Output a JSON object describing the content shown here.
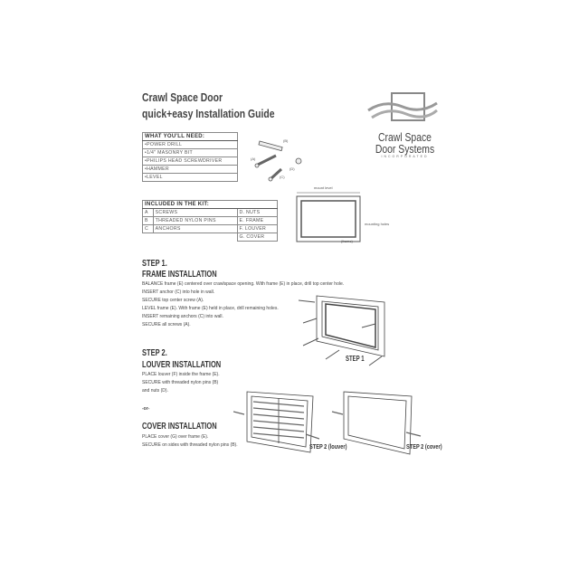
{
  "title": {
    "line1": "Crawl Space Door",
    "line2": "quick+easy Installation Guide"
  },
  "logo": {
    "line1": "Crawl Space",
    "line2": "Door Systems",
    "line3": "INCORPORATED"
  },
  "need": {
    "heading": "WHAT YOU'LL NEED:",
    "items": [
      "•POWER DRILL",
      "•1/4\" MASONRY BIT",
      "•PHILIPS HEAD SCREWDRIVER",
      "•HAMMER",
      "•LEVEL"
    ]
  },
  "parts_labels": {
    "b": "(B)",
    "a": "(A)",
    "d": "(D)",
    "c": "(C)"
  },
  "kit": {
    "heading": "INCLUDED IN THE KIT:",
    "rows": [
      [
        "A",
        "SCREWS",
        "D. NUTS"
      ],
      [
        "B",
        "THREADED NYLON PINS",
        "E. FRAME"
      ],
      [
        "C",
        "ANCHORS",
        "F. LOUVER"
      ],
      [
        "",
        "",
        "G. COVER"
      ]
    ]
  },
  "frame_diagram": {
    "top": "mount level",
    "side": "mounting holes",
    "bottom": "(frame)"
  },
  "step1": {
    "title": "STEP 1.",
    "subtitle": "FRAME INSTALLATION",
    "lines": [
      "BALANCE frame (E) centered over crawlspace opening.  With frame (E) in place, drill top center hole.",
      "INSERT anchor (C) into hole in wall.",
      "SECURE top center screw (A).",
      "LEVEL frame (E). With frame (E) held in place, drill remaining holes.",
      "INSERT remaining anchors (C) into wall.",
      "SECURE all screws (A)."
    ],
    "caption": "STEP 1"
  },
  "step2": {
    "title": "STEP 2.",
    "subtitle": "LOUVER INSTALLATION",
    "lines": [
      "PLACE louver (F) inside the frame (E).",
      "SECURE with threaded nylon pins (B)",
      "and nuts (D)."
    ],
    "or": "-or-",
    "cover_title": "COVER INSTALLATION",
    "cover_lines": [
      "PLACE cover (G) over frame (E).",
      "SECURE on sides with threaded nylon pins (B)."
    ],
    "caption_louver": "STEP 2 (louver)",
    "caption_cover": "STEP 2 (cover)"
  }
}
